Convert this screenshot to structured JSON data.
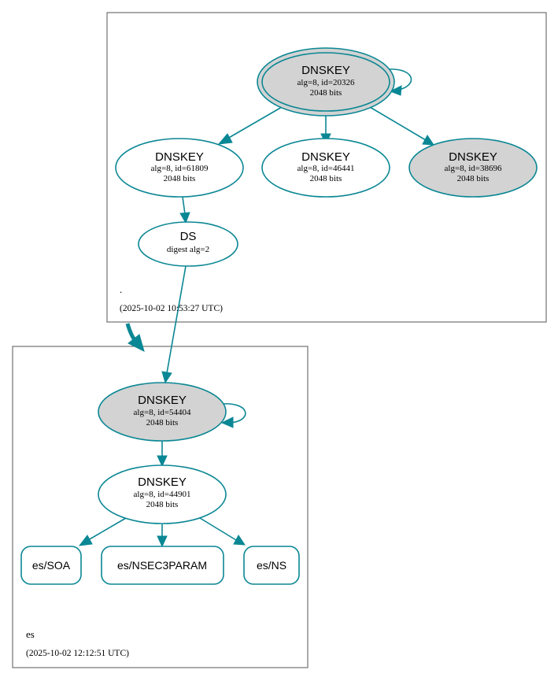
{
  "zones": {
    "root": {
      "name": ".",
      "timestamp": "(2025-10-02 10:53:27 UTC)",
      "nodes": {
        "ksk": {
          "title": "DNSKEY",
          "line1": "alg=8, id=20326",
          "line2": "2048 bits",
          "fill": "#d3d3d3"
        },
        "zsk1": {
          "title": "DNSKEY",
          "line1": "alg=8, id=61809",
          "line2": "2048 bits",
          "fill": "#ffffff"
        },
        "zsk2": {
          "title": "DNSKEY",
          "line1": "alg=8, id=46441",
          "line2": "2048 bits",
          "fill": "#ffffff"
        },
        "zsk3": {
          "title": "DNSKEY",
          "line1": "alg=8, id=38696",
          "line2": "2048 bits",
          "fill": "#d3d3d3"
        },
        "ds": {
          "title": "DS",
          "line1": "digest alg=2"
        }
      }
    },
    "es": {
      "name": "es",
      "timestamp": "(2025-10-02 12:12:51 UTC)",
      "nodes": {
        "ksk": {
          "title": "DNSKEY",
          "line1": "alg=8, id=54404",
          "line2": "2048 bits",
          "fill": "#d3d3d3"
        },
        "zsk": {
          "title": "DNSKEY",
          "line1": "alg=8, id=44901",
          "line2": "2048 bits",
          "fill": "#ffffff"
        },
        "rrsets": [
          "es/SOA",
          "es/NSEC3PARAM",
          "es/NS"
        ]
      }
    }
  },
  "colors": {
    "edge": "#0a8794",
    "border": "#555555",
    "secure_fill": "#d3d3d3"
  }
}
